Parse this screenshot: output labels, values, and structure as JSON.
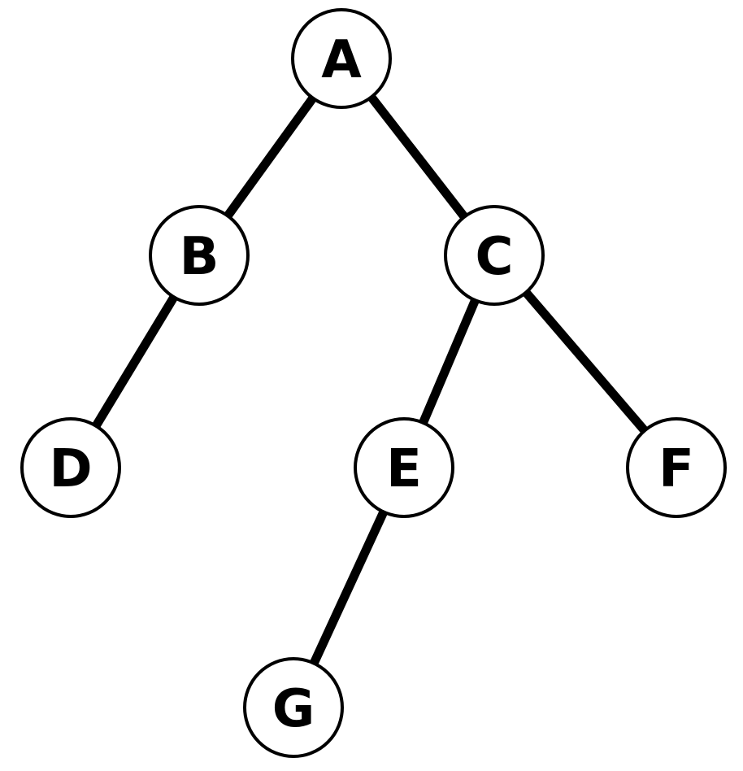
{
  "tree": {
    "nodes": [
      {
        "id": "A",
        "label": "A"
      },
      {
        "id": "B",
        "label": "B"
      },
      {
        "id": "C",
        "label": "C"
      },
      {
        "id": "D",
        "label": "D"
      },
      {
        "id": "E",
        "label": "E"
      },
      {
        "id": "F",
        "label": "F"
      },
      {
        "id": "G",
        "label": "G"
      }
    ],
    "edges": [
      {
        "from": "A",
        "to": "B"
      },
      {
        "from": "A",
        "to": "C"
      },
      {
        "from": "B",
        "to": "D"
      },
      {
        "from": "C",
        "to": "E"
      },
      {
        "from": "C",
        "to": "F"
      },
      {
        "from": "E",
        "to": "G"
      }
    ]
  }
}
